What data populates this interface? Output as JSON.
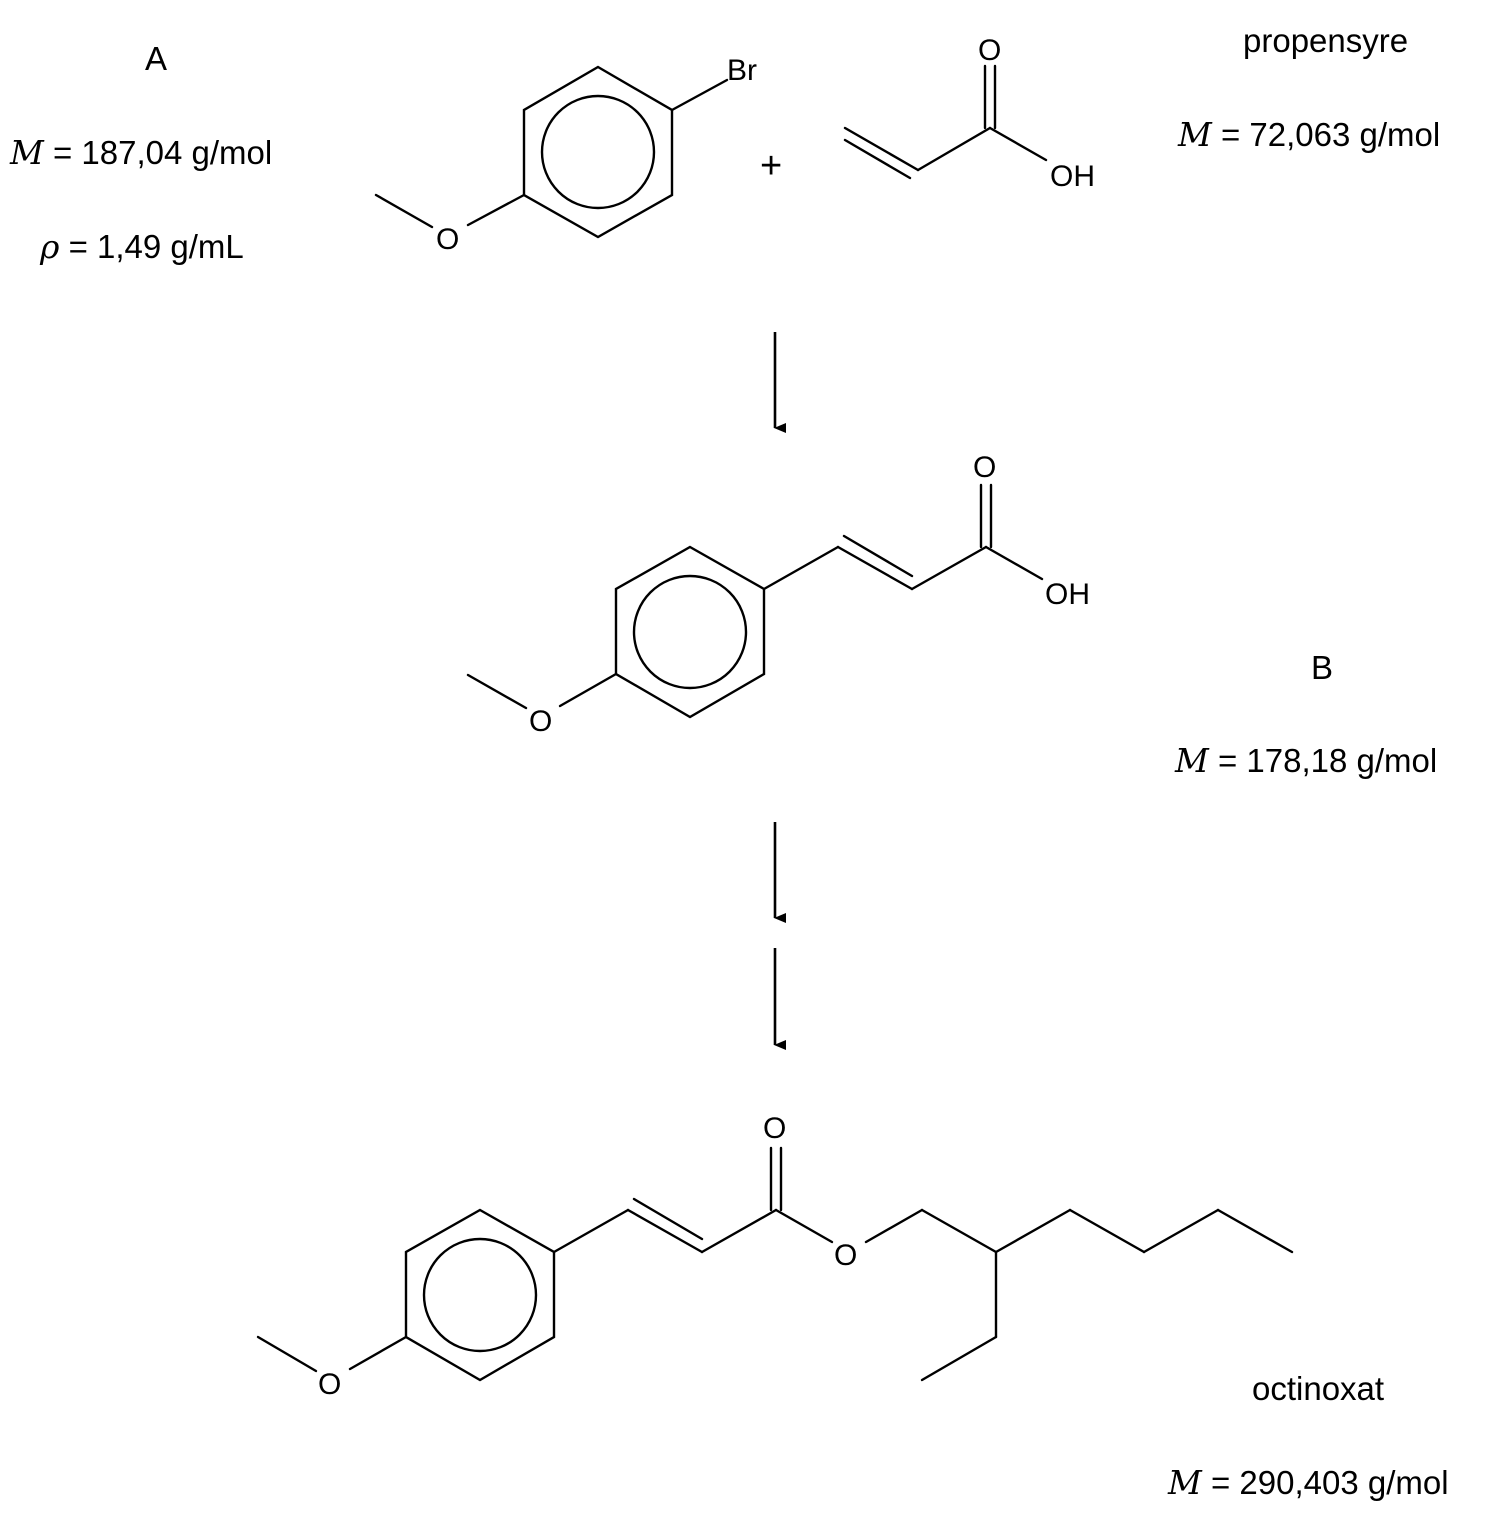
{
  "compound_a": {
    "label": "A",
    "mass_symbol": "M",
    "mass_value": "= 187,04 g/mol",
    "density_symbol": "ρ",
    "density_value": "= 1,49 g/mL",
    "substituent": "Br",
    "oxygen": "O"
  },
  "plus_sign": "+",
  "propenoic_acid": {
    "name": "propensyre",
    "mass_symbol": "M",
    "mass_value": "= 72,063 g/mol",
    "carbonyl_oxygen": "O",
    "hydroxyl": "OH"
  },
  "compound_b": {
    "label": "B",
    "mass_symbol": "M",
    "mass_value": "= 178,18 g/mol",
    "carbonyl_oxygen": "O",
    "hydroxyl": "OH",
    "ether_oxygen": "O"
  },
  "octinoxate": {
    "name": "octinoxat",
    "mass_symbol": "M",
    "mass_value": "= 290,403 g/mol",
    "carbonyl_oxygen": "O",
    "ester_oxygen": "O",
    "ether_oxygen": "O"
  }
}
